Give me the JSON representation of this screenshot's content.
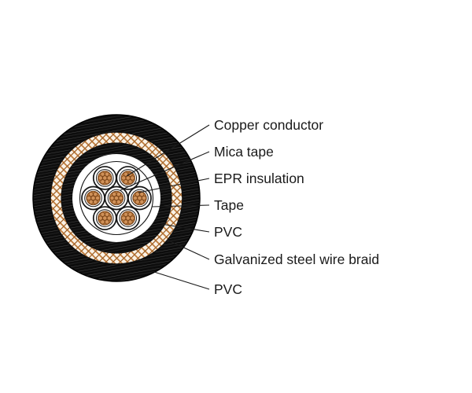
{
  "figure": {
    "type": "cable-cross-section-diagram",
    "background": "#ffffff",
    "conductor_count": 7,
    "labels": [
      "Copper conductor",
      "Mica tape",
      "EPR insulation",
      "Tape",
      "PVC",
      "Galvanized steel wire braid",
      "PVC"
    ],
    "colors": {
      "sheath": "#0c0c0c",
      "sheath_streak": "#474747",
      "braid_bg": "#faf2e6",
      "braid_strand": "#bf7a38",
      "braid_strand_dark": "#9a5c22",
      "insulation": "#ffffff",
      "copper": "#c5813f",
      "copper_strand": "#d09158",
      "copper_outline": "#7a4418",
      "outline": "#141414",
      "text": "#1a1a1a"
    }
  }
}
